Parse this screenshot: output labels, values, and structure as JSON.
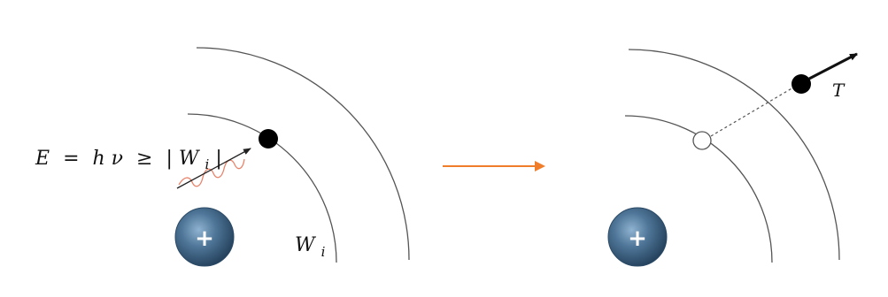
{
  "equation": {
    "lhs": "E",
    "eq1": "=",
    "h": "h",
    "nu": "ν",
    "geq": "≥",
    "bar_left": "|",
    "W": "W",
    "sub_i": "i",
    "bar_right": "|"
  },
  "orbit_label": {
    "W": "W",
    "sub_i": "i"
  },
  "kinetic_label": "T",
  "nucleus_sign": "+",
  "colors": {
    "nucleus_core": "#4a7194",
    "nucleus_edge": "#2b4a66",
    "process_arrow": "#f07d2a",
    "photon_wave": "#e8836a",
    "orbit": "#555555",
    "electron": "#000000"
  },
  "icons": {
    "nucleus": "nucleus-plus-icon",
    "electron": "electron-dot-icon",
    "vacancy": "hole-circle-icon",
    "process_arrow": "arrow-right-icon"
  }
}
